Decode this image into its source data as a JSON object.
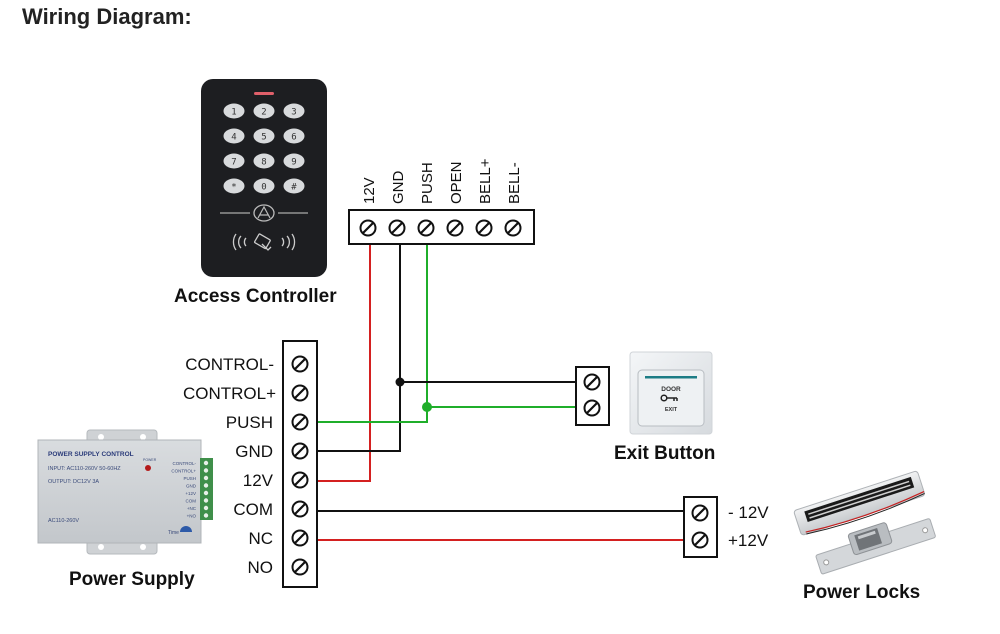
{
  "title": "Wiring Diagram:",
  "components": {
    "access_controller": {
      "caption": "Access Controller",
      "keypad_keys": [
        "1",
        "2",
        "3",
        "4",
        "5",
        "6",
        "7",
        "8",
        "9",
        "*",
        "0",
        "#"
      ],
      "terminals": [
        "12V",
        "GND",
        "PUSH",
        "OPEN",
        "BELL+",
        "BELL-"
      ]
    },
    "power_supply": {
      "caption": "Power Supply",
      "device_title": "POWER SUPPLY CONTROL",
      "device_input": "INPUT: AC110-260V 50-60HZ",
      "device_output": "OUTPUT: DC12V 3A",
      "device_ac": "AC110-260V",
      "device_power": "POWER",
      "device_time": "Time",
      "device_terminals": [
        "CONTROL-",
        "CONTROL+",
        "PUSH",
        "GND",
        "+12V",
        "COM",
        "+NC",
        "+NO"
      ],
      "terminals": [
        "CONTROL-",
        "CONTROL+",
        "PUSH",
        "GND",
        "12V",
        "COM",
        "NC",
        "NO"
      ]
    },
    "exit_button": {
      "caption": "Exit Button",
      "face_top": "DOOR",
      "face_bottom": "EXIT"
    },
    "power_locks": {
      "caption": "Power Locks",
      "terminals": [
        "- 12V",
        "+12V"
      ]
    }
  },
  "wire_colors": {
    "positive": "#d42020",
    "ground": "#111111",
    "push": "#1fae2a"
  },
  "connections": [
    {
      "from": "Access Controller 12V",
      "to": "Power Supply 12V",
      "color": "positive"
    },
    {
      "from": "Access Controller GND",
      "to": "Power Supply GND",
      "color": "ground"
    },
    {
      "from": "Access Controller PUSH",
      "to": "Power Supply PUSH",
      "color": "push"
    },
    {
      "from": "GND junction",
      "to": "Exit Button terminal 1",
      "color": "ground"
    },
    {
      "from": "PUSH junction",
      "to": "Exit Button terminal 2",
      "color": "push"
    },
    {
      "from": "Power Supply COM",
      "to": "Power Locks - 12V",
      "color": "ground"
    },
    {
      "from": "Power Supply NC",
      "to": "Power Locks +12V",
      "color": "positive"
    }
  ]
}
